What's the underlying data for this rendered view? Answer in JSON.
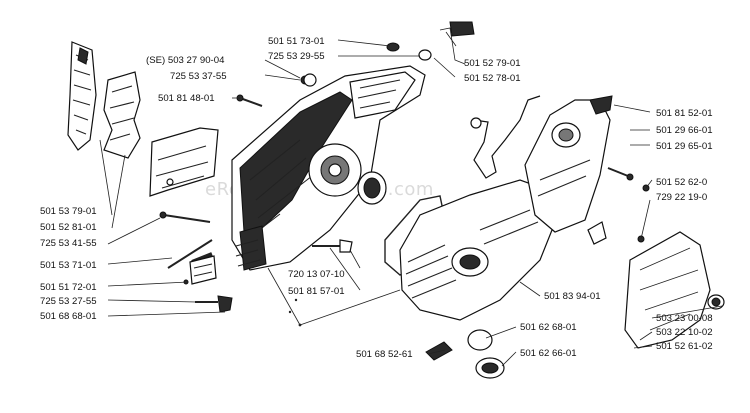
{
  "watermark": "eReplacementParts.com",
  "labels": {
    "p501517301": "501 51 73-01",
    "p725532955": "725 53 29-55",
    "se503279004": "(SE) 503 27 90-04",
    "p725533755": "725 53 37-55",
    "p501814801": "501 81 48-01",
    "p501527901": "501 52 79-01",
    "p501527801": "501 52 78-01",
    "p501815201": "501 81 52-01",
    "p501296601": "501 29 66-01",
    "p501296501": "501 29 65-01",
    "p50152620": "501 52 62-0",
    "p72922190": "729 22 19-0",
    "p501537901": "501 53 79-01",
    "p501528101": "501 52 81-01",
    "p725534155": "725 53 41-55",
    "p501537101": "501 53 71-01",
    "p501517201": "501 51 72-01",
    "p725532755": "725 53 27-55",
    "p501686801": "501 68 68-01",
    "p720130710": "720 13 07-10",
    "p501815701": "501 81 57-01",
    "p501839401": "501 83 94-01",
    "p501626801": "501 62 68-01",
    "p501685261": "501 68 52-61",
    "p501626601": "501 62 66-01",
    "p503230008": "503 23 00-08",
    "p503221002": "503 22 10-02",
    "p501526102": "501 52 61-02"
  }
}
